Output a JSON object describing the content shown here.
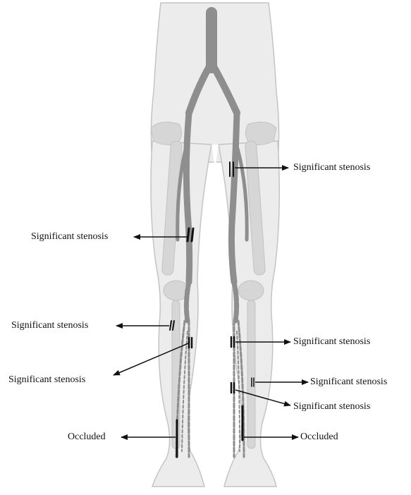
{
  "colors": {
    "background": "#ffffff",
    "body_fill": "#ececec",
    "body_outline": "#c4c4c4",
    "bone": "#d6d6d6",
    "vessel": "#8e8e8e",
    "lesion_mark": "#111111",
    "arrow": "#111111",
    "label_text": "#111111"
  },
  "annotations": [
    {
      "id": "stenosis-left-thigh",
      "kind": "stenosis",
      "label": "Significant stenosis"
    },
    {
      "id": "stenosis-right-femoral",
      "kind": "stenosis",
      "label": "Significant stenosis"
    },
    {
      "id": "stenosis-right-knee",
      "kind": "stenosis",
      "label": "Significant stenosis"
    },
    {
      "id": "stenosis-right-calf",
      "kind": "stenosis",
      "label": "Significant stenosis"
    },
    {
      "id": "stenosis-left-calf-upper",
      "kind": "stenosis",
      "label": "Significant stenosis"
    },
    {
      "id": "stenosis-left-calf-lateral",
      "kind": "stenosis",
      "label": "Significant stenosis"
    },
    {
      "id": "stenosis-left-calf-lower",
      "kind": "stenosis",
      "label": "Significant stenosis"
    },
    {
      "id": "occlusion-right-ankle",
      "kind": "occlusion",
      "label": "Occluded"
    },
    {
      "id": "occlusion-left-ankle",
      "kind": "occlusion",
      "label": "Occluded"
    }
  ]
}
